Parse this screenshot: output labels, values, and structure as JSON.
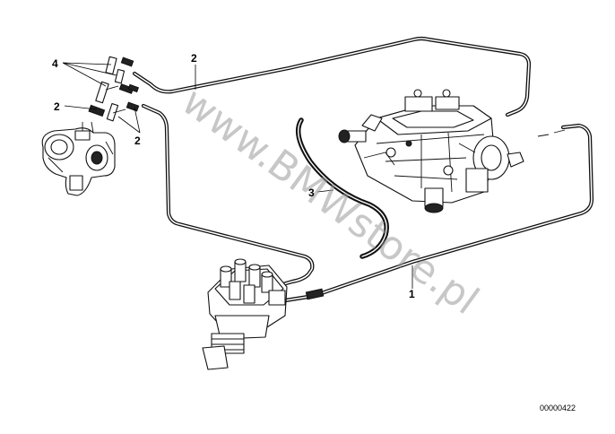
{
  "callouts": {
    "label_4": "4",
    "label_2_left": "2",
    "label_2_mid": "2",
    "label_2_top": "2",
    "label_3": "3",
    "label_1": "1"
  },
  "watermark": "www.BMWstore.pl",
  "doc_number": "00000422"
}
